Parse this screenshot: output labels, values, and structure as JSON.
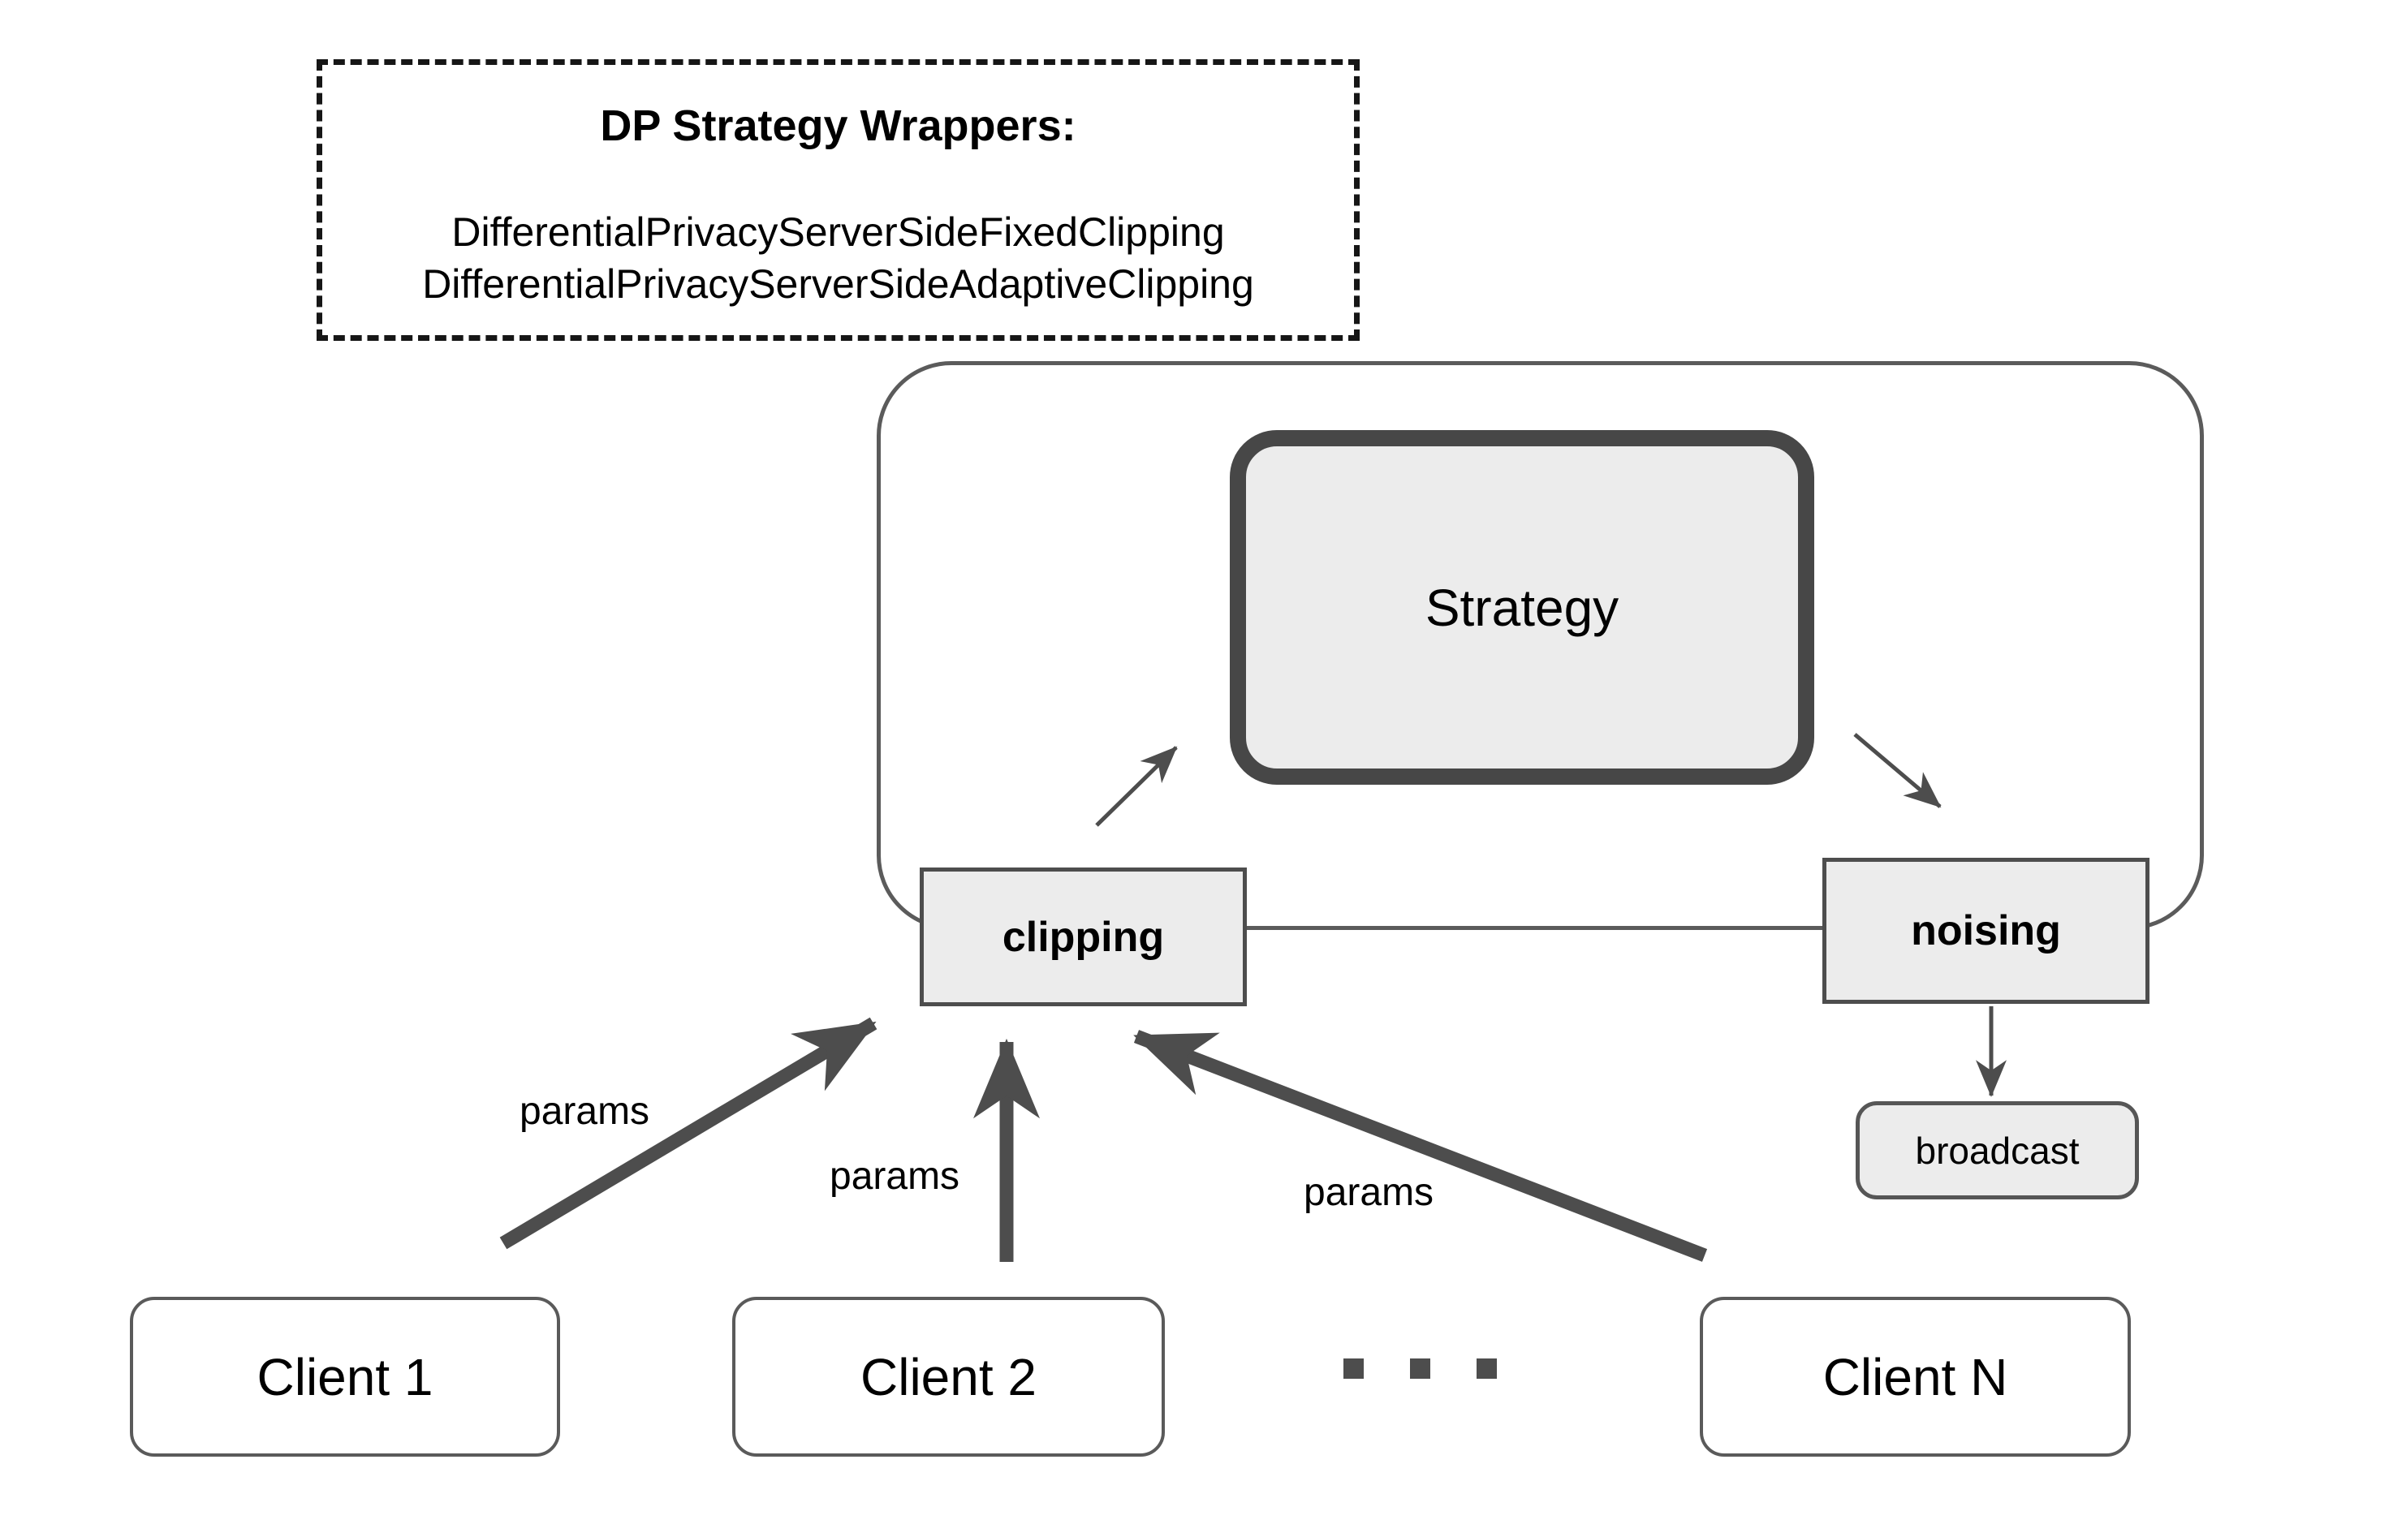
{
  "diagram_title": "DP Strategy Wrappers diagram",
  "wrapper_box": {
    "title": "DP Strategy Wrappers:",
    "classes": [
      "DifferentialPrivacyServerSideFixedClipping",
      "DifferentialPrivacyServerSideAdaptiveClipping"
    ]
  },
  "server": {
    "strategy_label": "Strategy",
    "clipping_label": "clipping",
    "noising_label": "noising"
  },
  "broadcast": {
    "label": "broadcast"
  },
  "clients": [
    {
      "label": "Client 1"
    },
    {
      "label": "Client 2"
    },
    {
      "label": "Client N"
    }
  ],
  "arrows": {
    "params_labels": [
      "params",
      "params",
      "params"
    ]
  },
  "icons": {
    "ellipsis": "three-square-dots"
  },
  "colors": {
    "background": "#ffffff",
    "box_fill": "#ececec",
    "line_dark": "#4d4d4d",
    "border_gray": "#5b5b5b",
    "text": "#000000"
  }
}
